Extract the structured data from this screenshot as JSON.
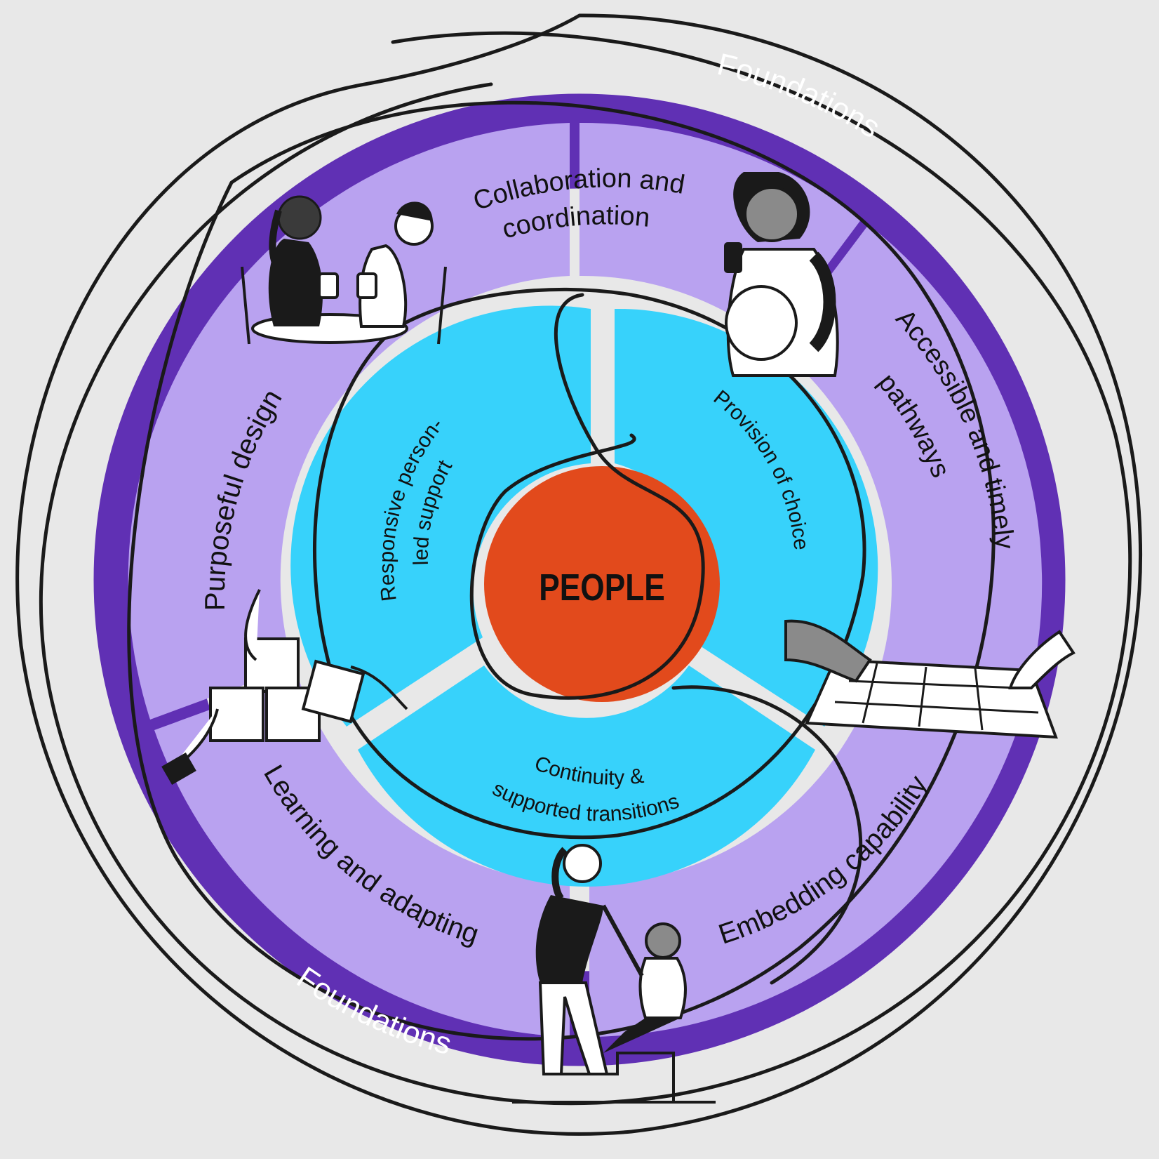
{
  "colors": {
    "background": "#e8e8e8",
    "foundations_ring": "#6030b4",
    "outer_segments": "#b9a2f0",
    "inner_segments": "#37d2fb",
    "core": "#e24a1c",
    "gap": "#e8e8e8",
    "ink": "#1a1a1a"
  },
  "diagram": {
    "foundations": {
      "top_label": "Foundations",
      "bottom_label": "Foundations"
    },
    "outer_ring": [
      {
        "label_line1": "Collaboration and",
        "label_line2": "coordination",
        "illustration": "two-people-at-cafe-table"
      },
      {
        "label_line1": "Accessible and timely",
        "label_line2": "pathways",
        "illustration": "pregnant-woman-with-phone"
      },
      {
        "label_line1": "Embedding capability",
        "label_line2": "",
        "illustration": "hands-on-map"
      },
      {
        "label_line1": "Learning and adapting",
        "label_line2": "",
        "illustration": "adult-helping-child-up-steps"
      },
      {
        "label_line1": "Purposeful design",
        "label_line2": "",
        "illustration": "hands-joining-puzzle"
      }
    ],
    "inner_ring": [
      {
        "label_line1": "Responsive person-",
        "label_line2": "led support"
      },
      {
        "label_line1": "Provision of choice",
        "label_line2": ""
      },
      {
        "label_line1": "Continuity &",
        "label_line2": "supported transitions"
      }
    ],
    "core": {
      "label": "PEOPLE"
    }
  }
}
